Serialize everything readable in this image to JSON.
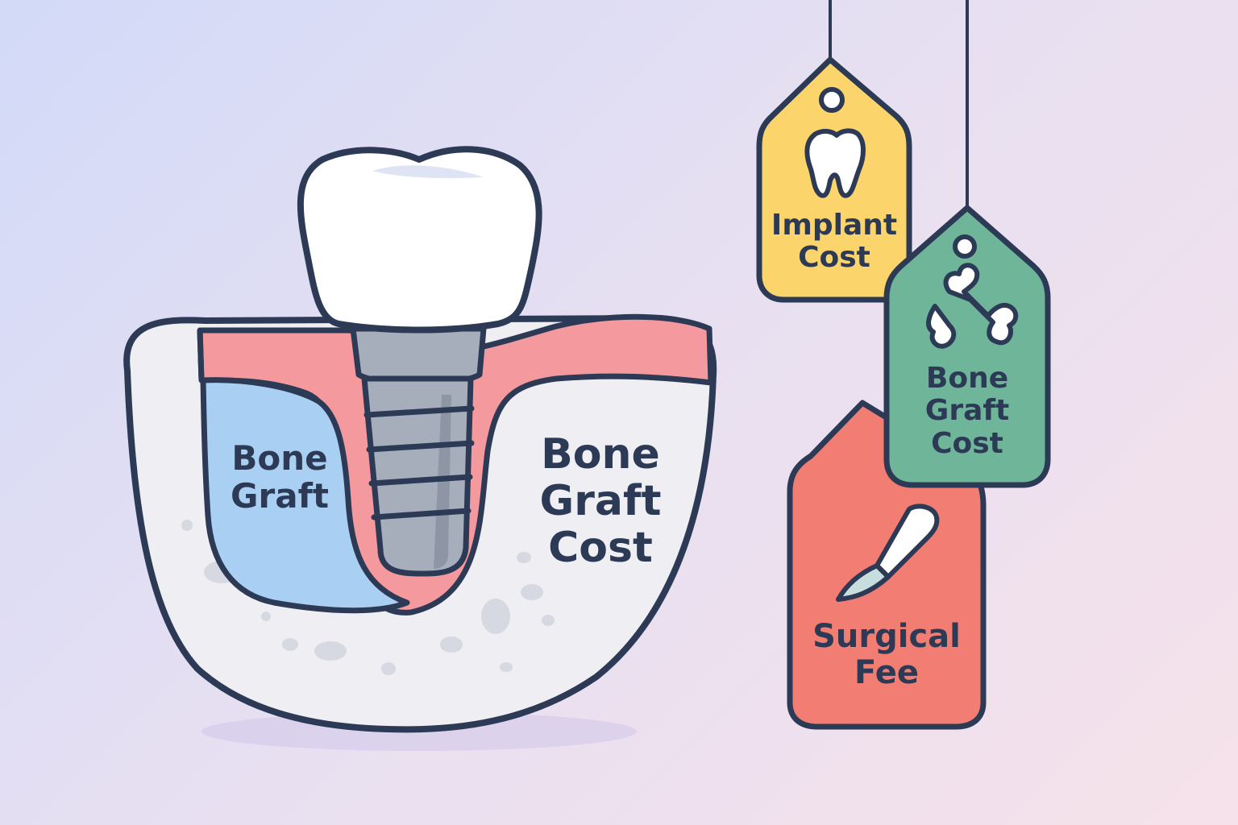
{
  "diagram": {
    "jaw_labels": {
      "graft_region": [
        "Bone",
        "Graft"
      ],
      "graft_cost": [
        "Bone",
        "Graft",
        "Cost"
      ]
    },
    "tags": {
      "implant": {
        "lines": [
          "Implant",
          "Cost"
        ],
        "icon": "tooth-icon",
        "color": "#fbd56b"
      },
      "bone_graft": {
        "lines": [
          "Bone",
          "Graft",
          "Cost"
        ],
        "icon": "bone-icon",
        "color": "#6fb59a"
      },
      "surgical": {
        "lines": [
          "Surgical",
          "Fee"
        ],
        "icon": "scalpel-icon",
        "color": "#f27d72"
      }
    },
    "colors": {
      "outline": "#2c3a55",
      "gum": "#f4999d",
      "bone": "#eeeef3",
      "graft": "#a9d0f3",
      "implant_metal": "#a7aebb",
      "crown": "#ffffff"
    }
  }
}
